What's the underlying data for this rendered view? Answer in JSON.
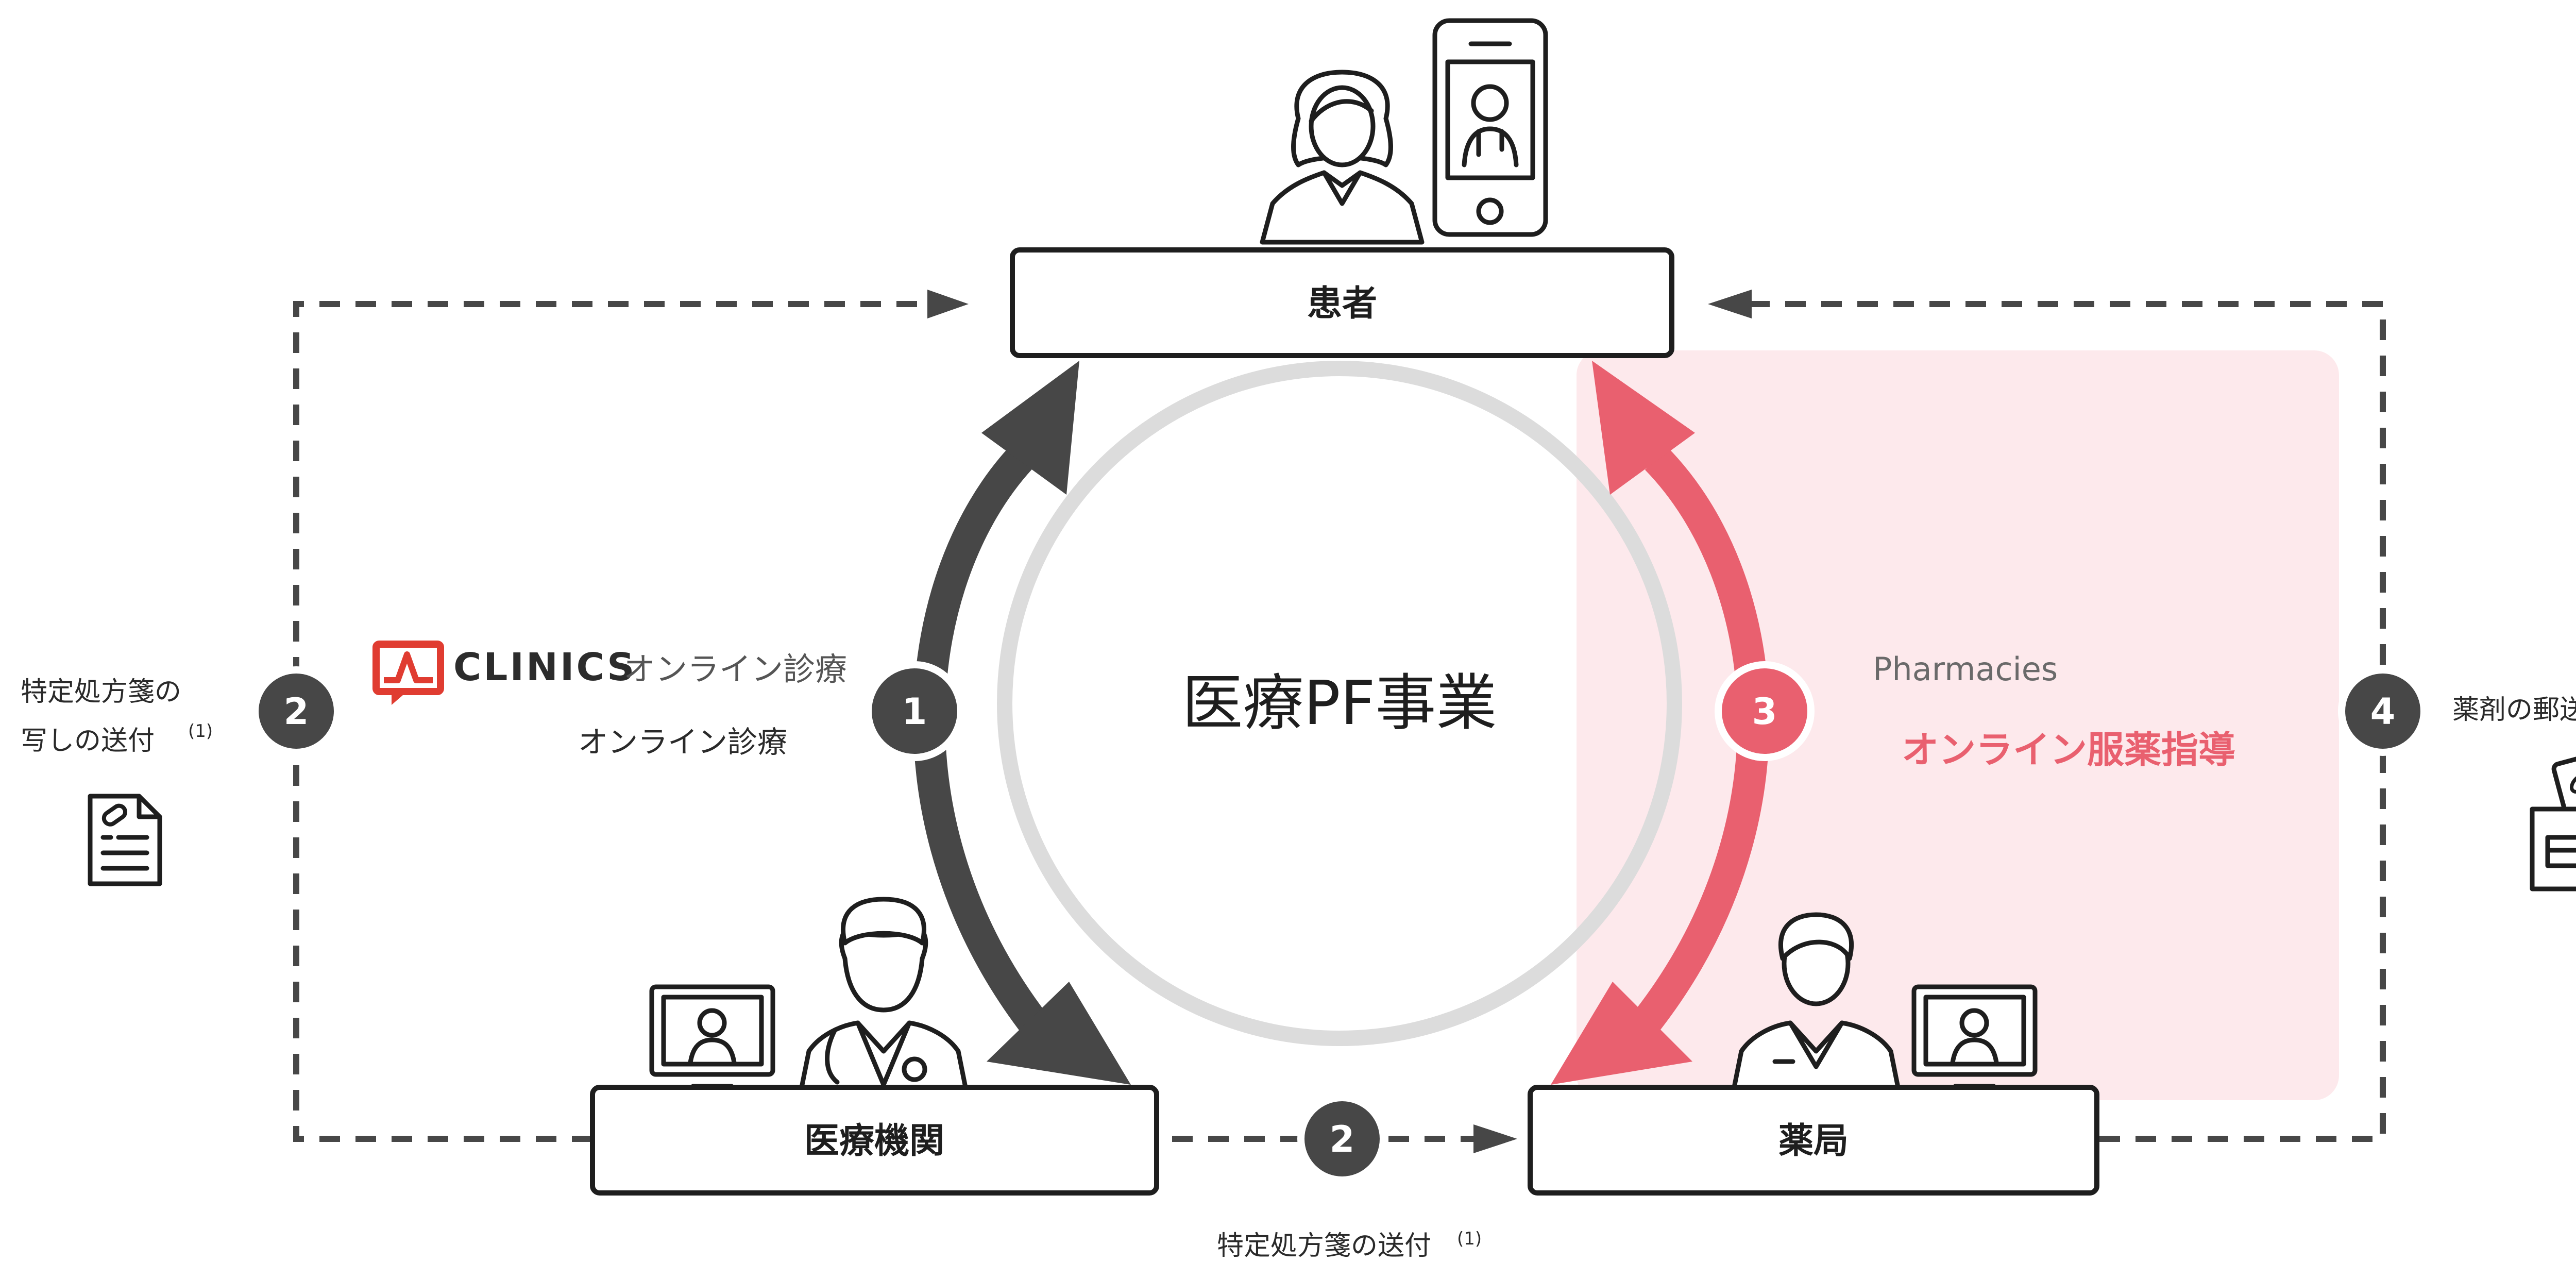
{
  "center": {
    "label": "医療PF事業"
  },
  "nodes": {
    "patient": "患者",
    "institution": "医療機関",
    "pharmacy": "薬局"
  },
  "steps": {
    "s1": "1",
    "s2_left": "2",
    "s2_bottom": "2",
    "s3": "3",
    "s4": "4"
  },
  "labels": {
    "clinics_logo_text": "CLINICS",
    "clinics_service": "オンライン診療",
    "online_consultation": "オンライン診療",
    "pharmacies_logo_text": "Pharmacies",
    "online_guidance": "オンライン服薬指導",
    "left_line1": "特定処方箋の",
    "left_line2": "写しの送付",
    "left_sup": "(1)",
    "bottom_text": "特定処方箋の送付",
    "bottom_sup": "(1)",
    "right_text": "薬剤の郵送/配送"
  },
  "colors": {
    "dark": "#474747",
    "accent": "#e9606f",
    "accent_bg": "#fde9ec",
    "ring": "#dcdcdc",
    "clinics_red": "#e03c31"
  },
  "icons": {
    "patient": "woman-with-smartphone-doctor-call-icon",
    "institution": "doctor-with-monitor-icon",
    "pharmacy": "pharmacist-with-monitor-icon",
    "prescription": "prescription-document-icon",
    "medicine_box": "medicine-delivery-box-icon",
    "clinics_logo": "clinics-logo-icon"
  }
}
